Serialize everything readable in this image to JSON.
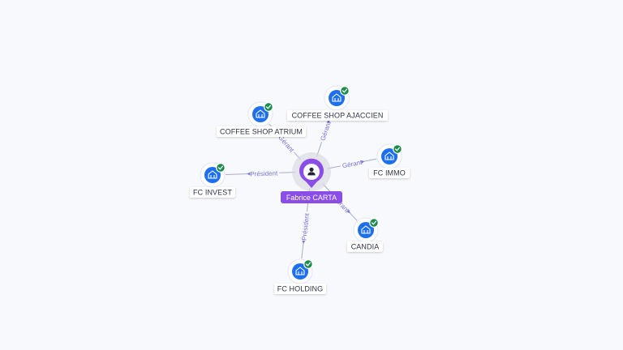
{
  "center": {
    "label": "Fabrice CARTA",
    "icon": "person-icon",
    "color": "#8a4de8"
  },
  "nodes": [
    {
      "id": "coffee-shop-atrium",
      "label": "COFFEE SHOP ATRIUM",
      "icon": "building-icon",
      "verified": true
    },
    {
      "id": "coffee-shop-ajaccien",
      "label": "COFFEE SHOP AJACCIEN",
      "icon": "building-icon",
      "verified": true
    },
    {
      "id": "fc-immo",
      "label": "FC IMMO",
      "icon": "building-icon",
      "verified": true
    },
    {
      "id": "fc-invest",
      "label": "FC INVEST",
      "icon": "building-icon",
      "verified": true
    },
    {
      "id": "candia",
      "label": "CANDIA",
      "icon": "building-icon",
      "verified": true
    },
    {
      "id": "fc-holding",
      "label": "FC HOLDING",
      "icon": "building-icon",
      "verified": true
    }
  ],
  "edges": [
    {
      "to": "coffee-shop-atrium",
      "label": "Gérant"
    },
    {
      "to": "coffee-shop-ajaccien",
      "label": "Gérant"
    },
    {
      "to": "fc-immo",
      "label": "Gérant"
    },
    {
      "to": "fc-invest",
      "label": "Président"
    },
    {
      "to": "candia",
      "label": "Gérant"
    },
    {
      "to": "fc-holding",
      "label": "Président"
    }
  ],
  "colors": {
    "company": "#1e6ff0",
    "verified": "#1b8d4b",
    "edge_label": "#7c73d6",
    "edge": "#a9acc9"
  }
}
